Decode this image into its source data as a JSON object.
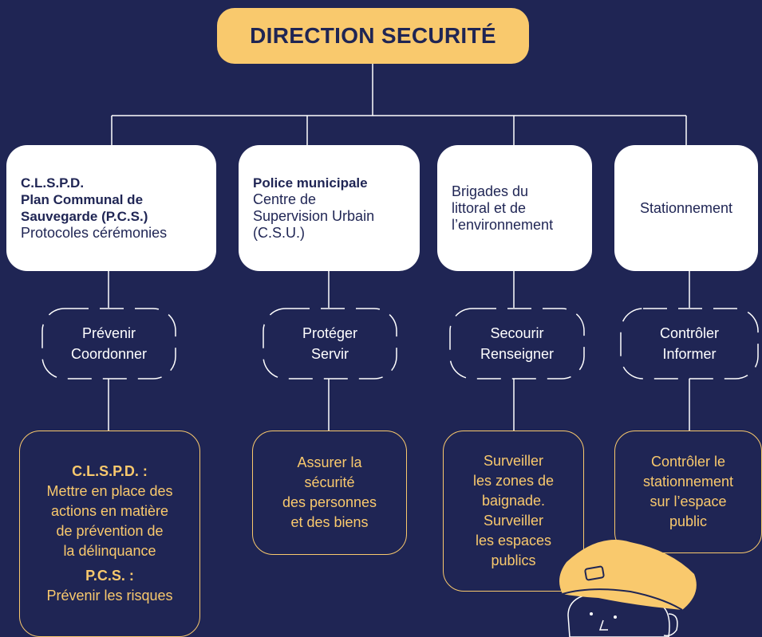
{
  "title": "DIRECTION SECURITÉ",
  "branches": [
    {
      "card_lines": [
        "C.L.S.P.D.",
        "Plan Communal de",
        "Sauvegarde (P.C.S.)",
        "Protocoles cérémonies"
      ],
      "verbs": [
        "Prévenir",
        "Coordonner"
      ],
      "mission": {
        "heading1": "C.L.S.P.D. :",
        "lines1": [
          "Mettre en place des",
          "actions en matière",
          "de prévention de",
          "la délinquance"
        ],
        "heading2": "P.C.S. :",
        "lines2": [
          "Prévenir les risques"
        ]
      }
    },
    {
      "card_lines": [
        "Police municipale",
        "Centre de",
        "Supervision Urbain",
        "(C.S.U.)"
      ],
      "verbs": [
        "Protéger",
        "Servir"
      ],
      "mission": {
        "lines": [
          "Assurer la",
          "sécurité",
          "des personnes",
          "et des biens"
        ]
      }
    },
    {
      "card_lines": [
        "Brigades du",
        "littoral et de",
        "l’environnement"
      ],
      "verbs": [
        "Secourir",
        "Renseigner"
      ],
      "mission": {
        "lines": [
          "Surveiller",
          "les zones de",
          "baignade.",
          "Surveiller",
          "les espaces",
          "publics"
        ]
      }
    },
    {
      "card_lines": [
        "Stationnement"
      ],
      "verbs": [
        "Contrôler",
        "Informer"
      ],
      "mission": {
        "lines": [
          "Contrôler le",
          "stationnement",
          "sur l’espace",
          "public"
        ]
      }
    }
  ],
  "colors": {
    "background": "#1f2554",
    "accent": "#f9c96d",
    "card": "#ffffff",
    "line": "#ffffff"
  },
  "icons": [
    "police-officer-illustration"
  ]
}
